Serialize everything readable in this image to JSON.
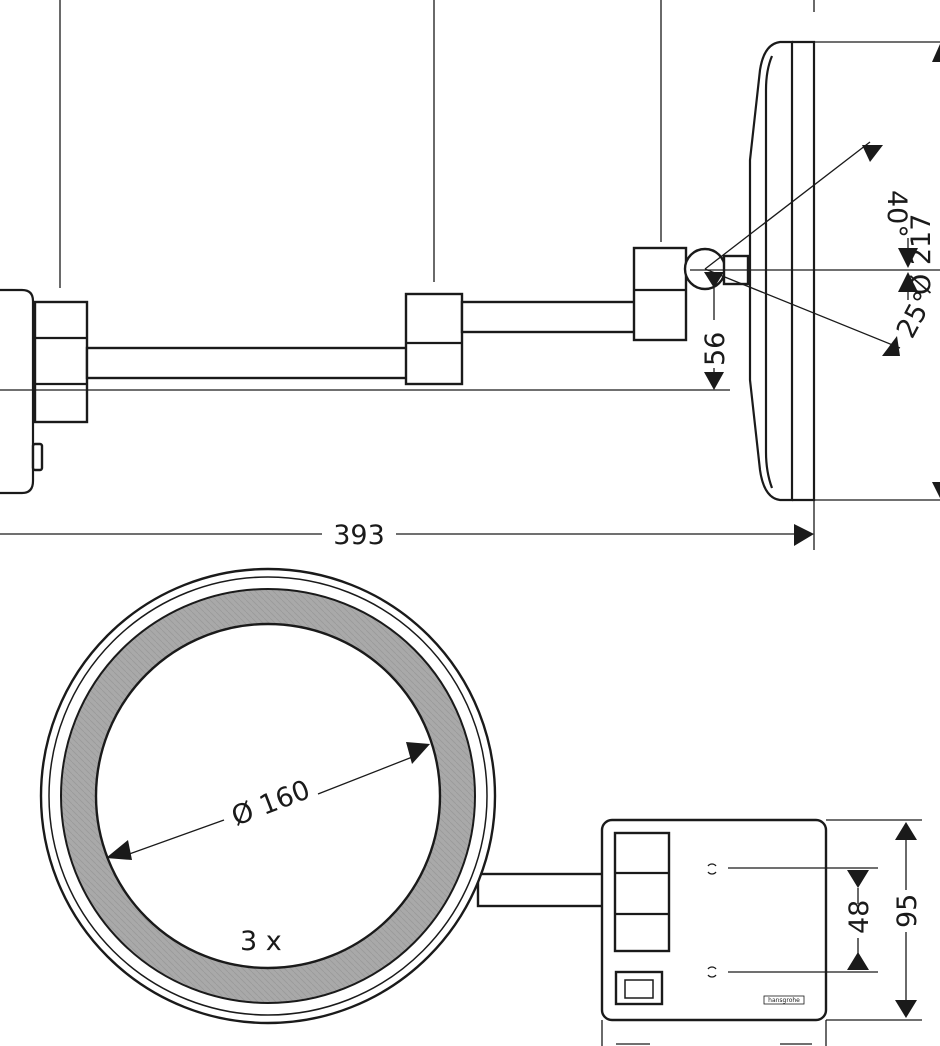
{
  "dimensions": {
    "overall_length": "393",
    "arm_offset": "56",
    "tilt_up": "40°",
    "tilt_down": "25°",
    "mirror_diameter_side": "Ø 217",
    "mirror_inner_diameter": "Ø 160",
    "magnification": "3  x",
    "plate_height": "95",
    "hole_spacing": "48"
  },
  "brand": {
    "name": "hansgrohe"
  },
  "colors": {
    "line": "#1a1a1a",
    "mirror_ring": "#a9a9a9",
    "background": "#ffffff"
  }
}
